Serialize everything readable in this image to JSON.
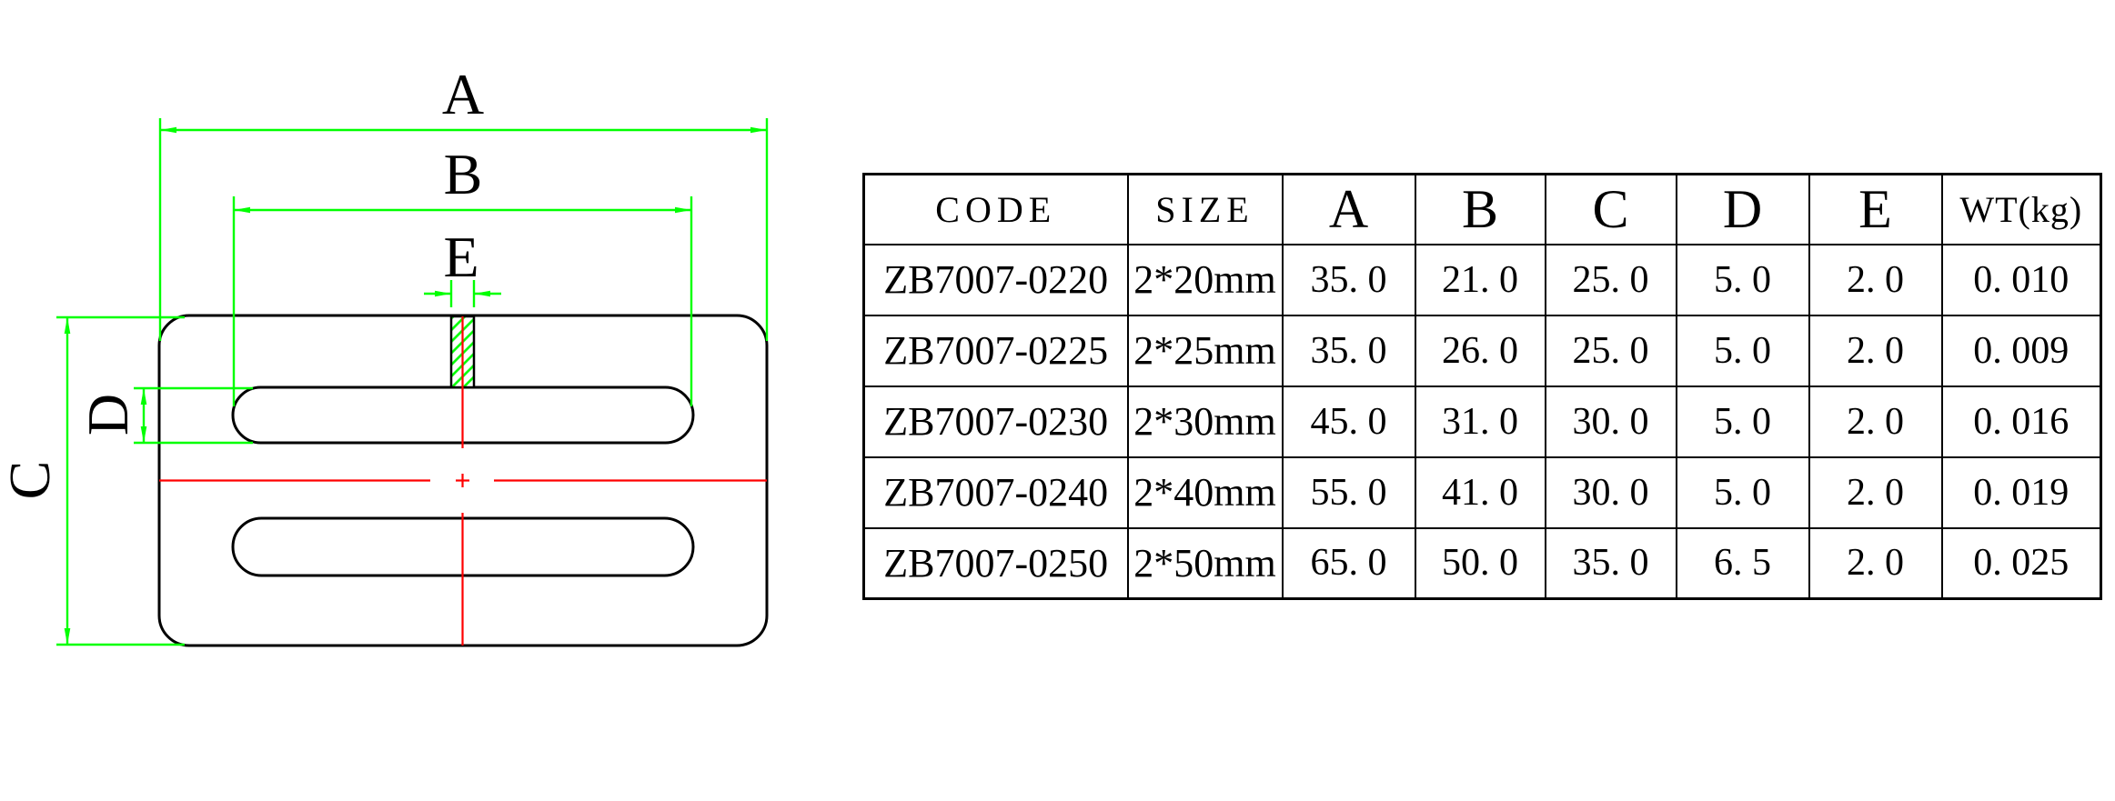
{
  "drawing": {
    "labels": {
      "a": "A",
      "b": "B",
      "c": "C",
      "d": "D",
      "e": "E"
    },
    "colors": {
      "dimension_green": "#00ff00",
      "centerline_red": "#ff0000",
      "outline_black": "#000000",
      "background": "#ffffff"
    }
  },
  "table": {
    "columns": [
      "CODE",
      "SIZE",
      "A",
      "B",
      "C",
      "D",
      "E",
      "WT(kg)"
    ],
    "rows": [
      {
        "cells": [
          "ZB7007-0220",
          "2*20mm",
          "35. 0",
          "21. 0",
          "25. 0",
          "5. 0",
          "2. 0",
          "0. 010"
        ]
      },
      {
        "cells": [
          "ZB7007-0225",
          "2*25mm",
          "35. 0",
          "26. 0",
          "25. 0",
          "5. 0",
          "2. 0",
          "0. 009"
        ]
      },
      {
        "cells": [
          "ZB7007-0230",
          "2*30mm",
          "45. 0",
          "31. 0",
          "30. 0",
          "5. 0",
          "2. 0",
          "0. 016"
        ]
      },
      {
        "cells": [
          "ZB7007-0240",
          "2*40mm",
          "55. 0",
          "41. 0",
          "30. 0",
          "5. 0",
          "2. 0",
          "0. 019"
        ]
      },
      {
        "cells": [
          "ZB7007-0250",
          "2*50mm",
          "65. 0",
          "50. 0",
          "35. 0",
          "6. 5",
          "2. 0",
          "0. 025"
        ]
      }
    ]
  }
}
